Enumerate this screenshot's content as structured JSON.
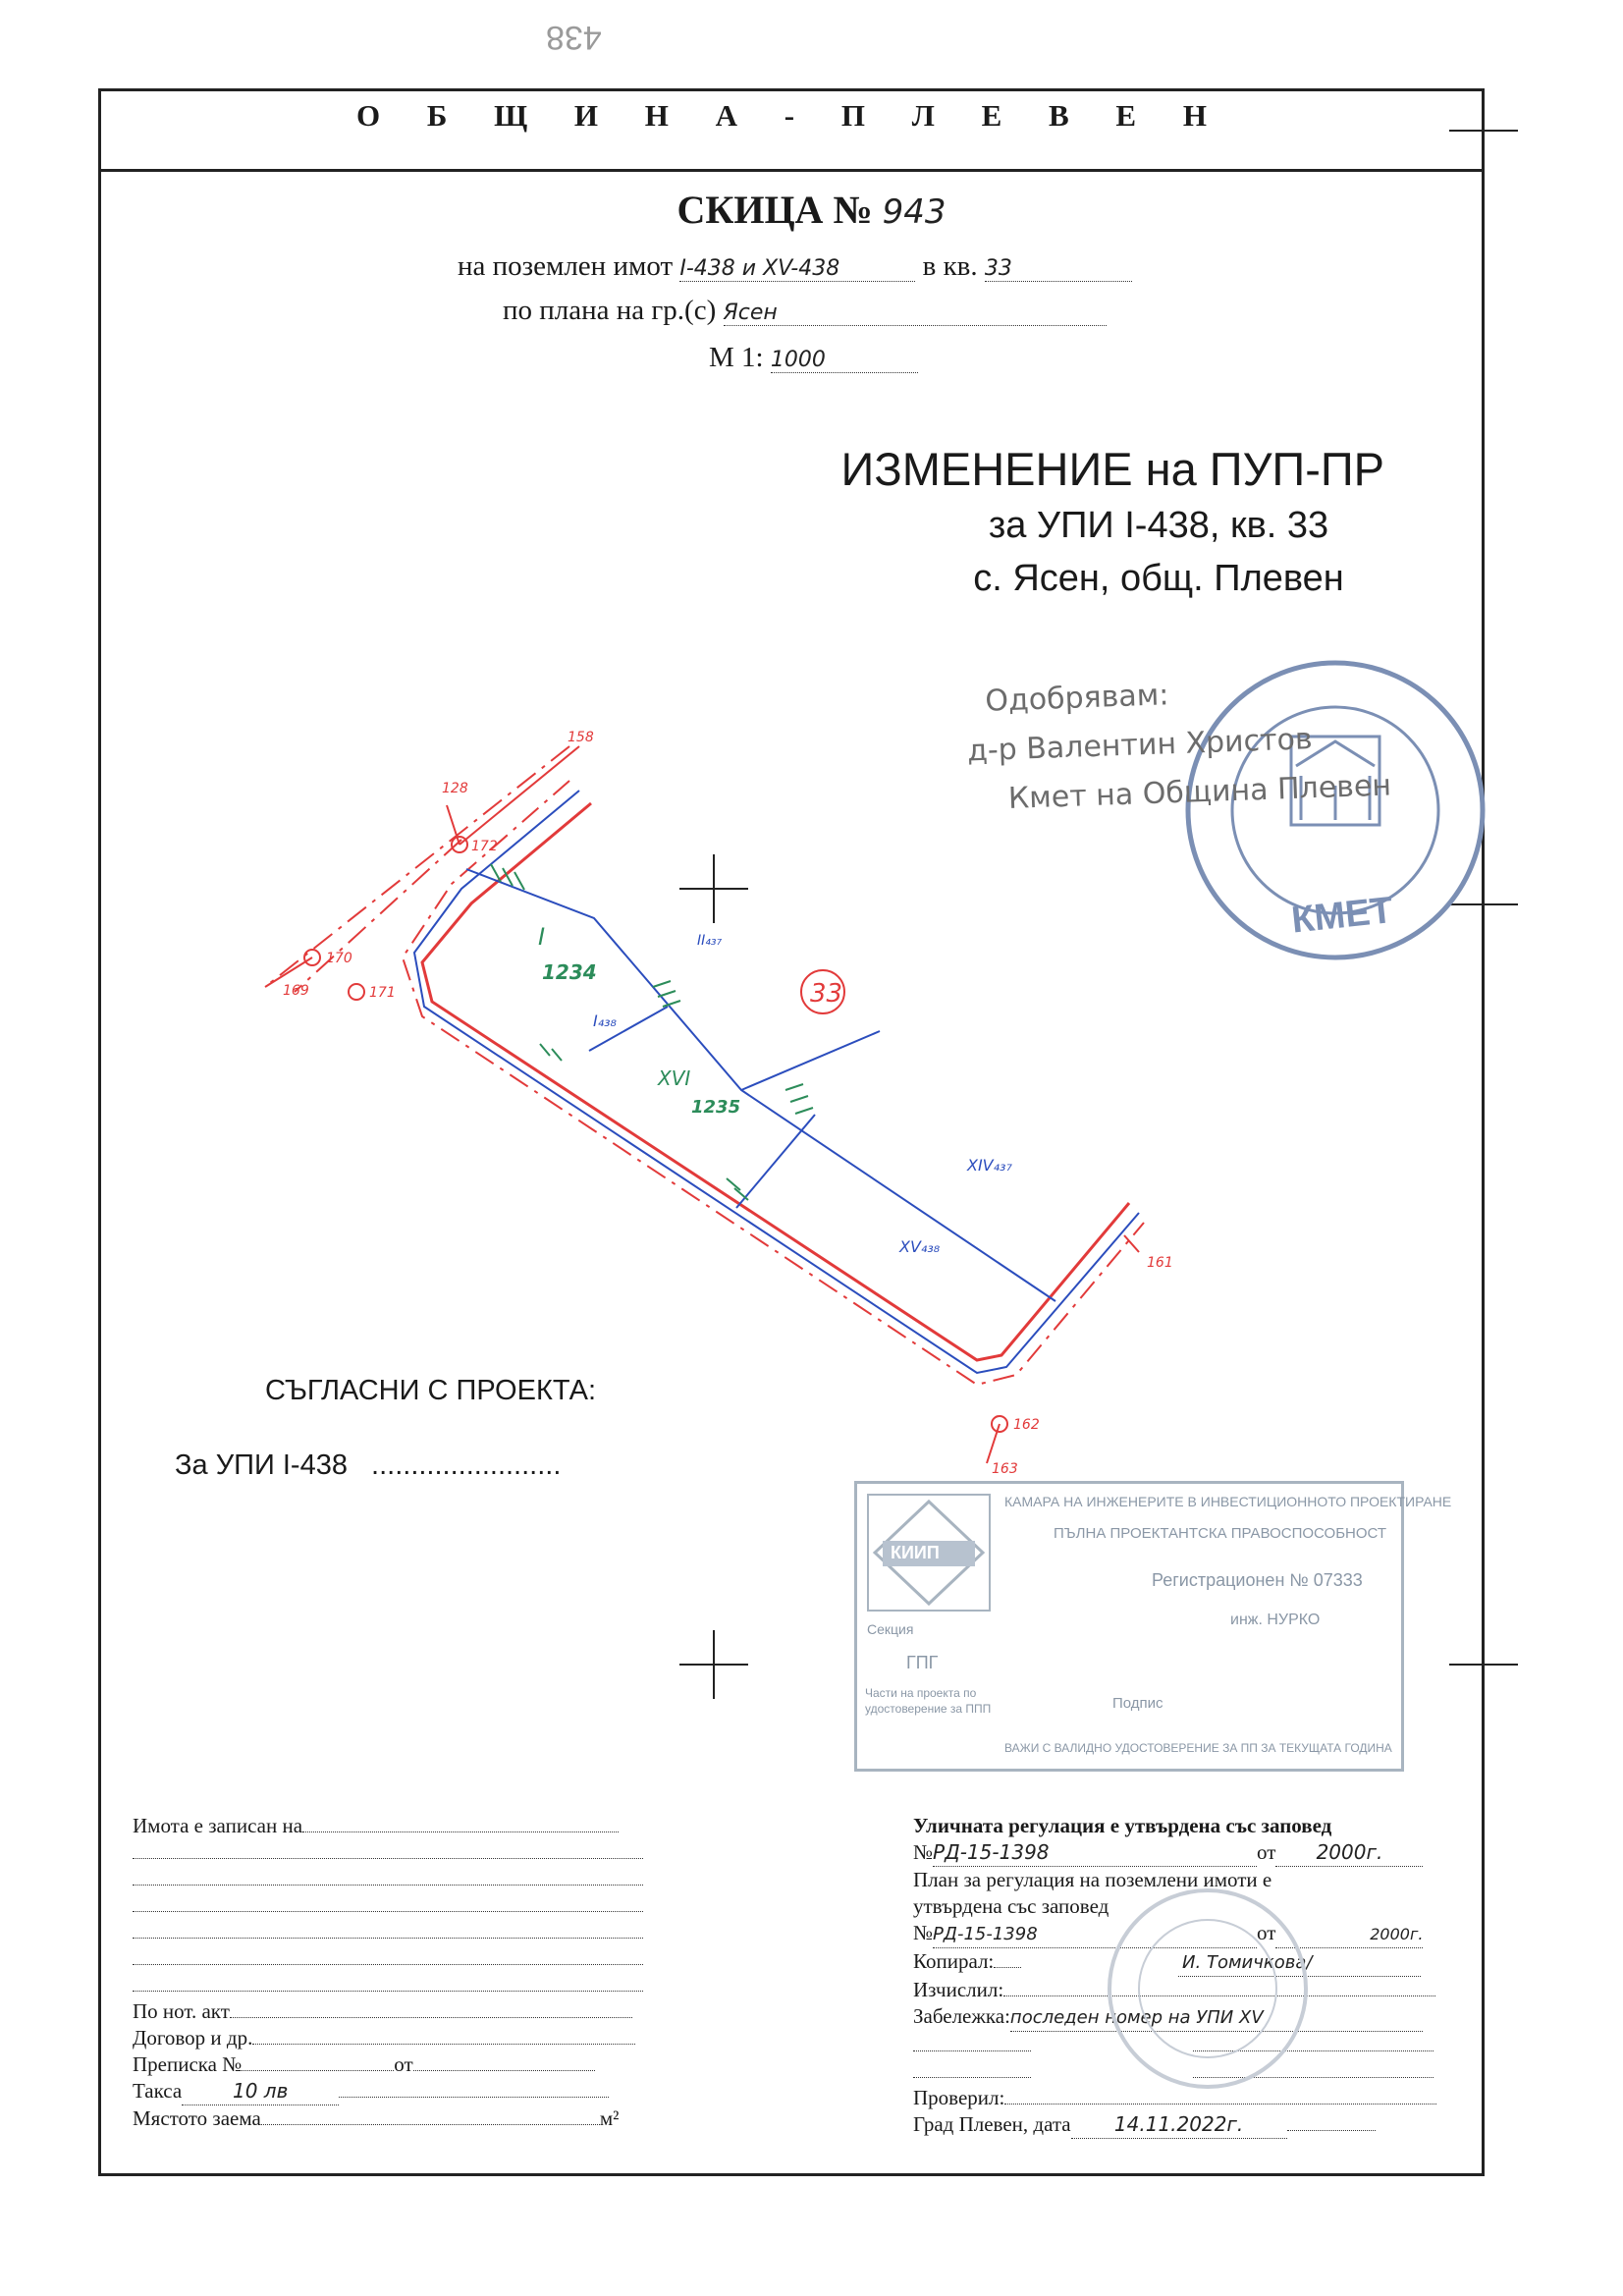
{
  "header": {
    "municipality": "О Б Щ И Н А - П Л Е В Е Н",
    "corner_number": "438"
  },
  "sketch": {
    "title": "СКИЦА №",
    "number": "943",
    "property_prefix": "на поземлен имот",
    "property_value": "I-438 и XV-438",
    "block_prefix": "в кв.",
    "block_value": "33",
    "plan_prefix": "по плана на гр.(с)",
    "plan_value": "Ясен",
    "scale_prefix": "М 1:",
    "scale_value": "1000"
  },
  "project": {
    "title": "ИЗМЕНЕНИЕ на ПУП-ПР",
    "subject": "за УПИ I-438, кв. 33",
    "location": "с. Ясен, общ. Плевен"
  },
  "approval": {
    "line1": "Одобрявам:",
    "line2": "д-р Валентин Христов",
    "line3": "Кмет на Община Плевен",
    "seal_text": "КМЕТ"
  },
  "agreement": {
    "heading": "СЪГЛАСНИ С ПРОЕКТА:",
    "upi_label": "За УПИ  I-438",
    "upi_dots": "........................"
  },
  "plan_labels": {
    "block_no": "33",
    "lot_i": "I",
    "parcel_1234": "1234",
    "lot_i438": "I₄₃₈",
    "lot_xvi": "XVI",
    "parcel_1235": "1235",
    "lot_ii437": "II₄₃₇",
    "lot_xiv437": "XIV₄₃₇",
    "lot_xv438": "XV₄₃₈",
    "pt_158": "158",
    "pt_128": "128",
    "pt_172": "172",
    "pt_170": "170",
    "pt_169": "169",
    "pt_171": "171",
    "pt_161": "161",
    "pt_162": "162",
    "pt_163": "163"
  },
  "kiip_stamp": {
    "org": "КАМАРА НА ИНЖЕНЕРИТЕ В ИНВЕСТИЦИОННОТО ПРОЕКТИРАНЕ",
    "rights": "ПЪЛНА ПРОЕКТАНТСКА ПРАВОСПОСОБНОСТ",
    "reg": "Регистрационен № 07333",
    "name": "инж. НУРКО",
    "abbr": "КИИП",
    "section": "Секция",
    "section_value": "ГПГ",
    "parts": "Части на проекта по удостоверение за ППП",
    "signature": "Подпис",
    "valid": "ВАЖИ С ВАЛИДНО УДОСТОВЕРЕНИЕ ЗА ПП ЗА ТЕКУЩАТА ГОДИНА"
  },
  "footer_left": {
    "registered": "Имота е записан на",
    "notary": "По нот. акт",
    "contract": "Договор и др.",
    "copy_no": "Преписка №",
    "copy_from": "от",
    "fee_label": "Такса",
    "fee_value": "10 лв",
    "area": "Мястото заема",
    "area_unit": "м²"
  },
  "footer_right": {
    "street_reg": "Уличната регулация е утвърдена със заповед",
    "street_no_label": "№",
    "street_no": "РД-15-1398",
    "street_date_label": "от",
    "street_date": "2000г.",
    "plan_reg_1": "План за регулация на поземлени имоти е",
    "plan_reg_2": "утвърдена със заповед",
    "plan_no_label": "№",
    "plan_no": "РД-15-1398",
    "plan_date_label": "от",
    "plan_date": "2000г.",
    "copied": "Копирал:",
    "copied_sig": "/ И. Томичкова/",
    "computed": "Изчислил:",
    "note_label": "Забележка:",
    "note": "последен номер на УПИ XV",
    "checked": "Проверил:",
    "city_date": "Град Плевен, дата",
    "date_value": "14.11.2022г."
  }
}
